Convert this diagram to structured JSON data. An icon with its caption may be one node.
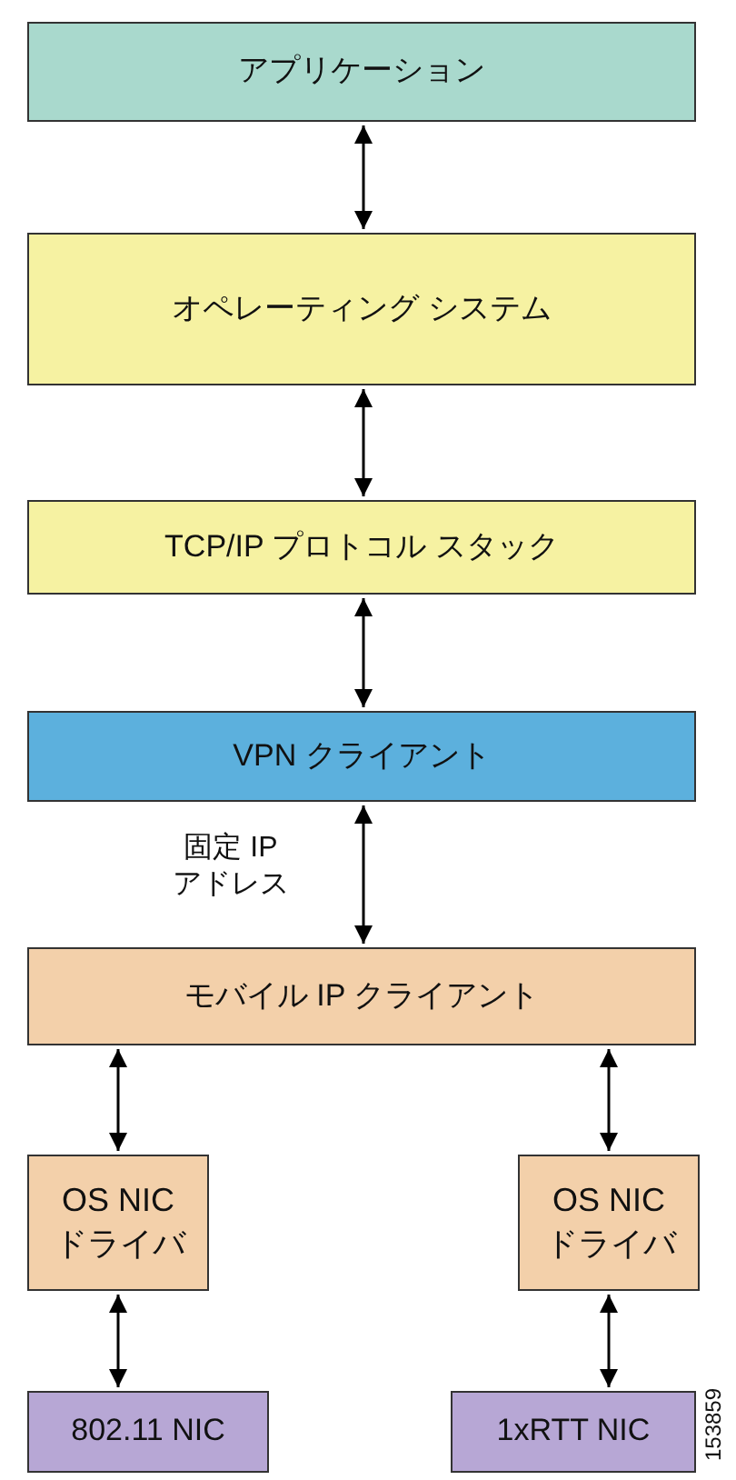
{
  "diagram": {
    "nodes": [
      {
        "text": [
          "アプリケーション"
        ]
      },
      {
        "text": [
          "オペレーティング システム"
        ]
      },
      {
        "text": [
          "TCP/IP プロトコル スタック"
        ]
      },
      {
        "text": [
          "VPN クライアント"
        ]
      },
      {
        "text": [
          "モバイル IP クライアント"
        ]
      },
      {
        "text": [
          "OS NIC ドライバ"
        ]
      },
      {
        "text": [
          "OS NIC ドライバ"
        ]
      },
      {
        "text": [
          "802.11 NIC"
        ]
      },
      {
        "text": [
          "1xRTT NIC"
        ]
      }
    ],
    "edges": [
      {
        "from": 0,
        "to": 1,
        "arrow": "both"
      },
      {
        "from": 1,
        "to": 2,
        "arrow": "both"
      },
      {
        "from": 2,
        "to": 3,
        "arrow": "both"
      },
      {
        "from": 3,
        "to": 4,
        "arrow": "both"
      },
      {
        "from": 4,
        "to": 5,
        "arrow": "both"
      },
      {
        "from": 4,
        "to": 6,
        "arrow": "both"
      },
      {
        "from": 5,
        "to": 7,
        "arrow": "both"
      },
      {
        "from": 6,
        "to": 8,
        "arrow": "both"
      }
    ],
    "labels": [
      "固定 IP アドレス",
      "153859"
    ]
  }
}
